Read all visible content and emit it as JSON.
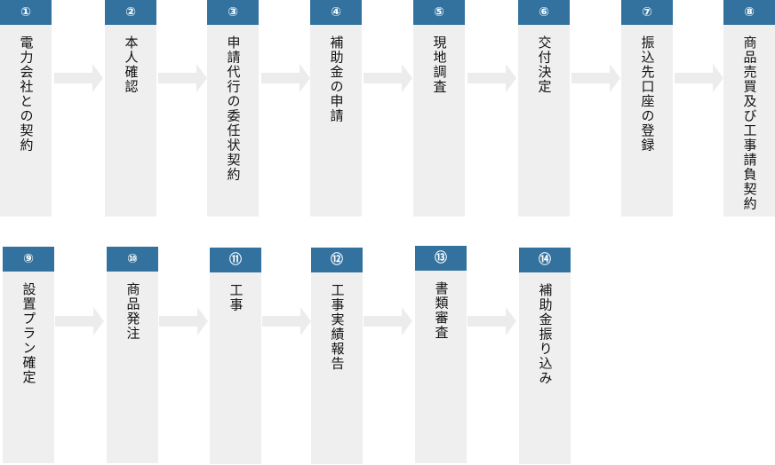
{
  "flow": {
    "title": "",
    "colors": {
      "header": "#33729f",
      "body": "#efefef",
      "arrow": "#ececec",
      "text": "#111111"
    },
    "rows": [
      {
        "steps": [
          {
            "number": "①",
            "label": "電力会社との契約"
          },
          {
            "number": "②",
            "label": "本人確認"
          },
          {
            "number": "③",
            "label": "申請代行の委任状契約"
          },
          {
            "number": "④",
            "label": "補助金の申請"
          },
          {
            "number": "⑤",
            "label": "現地調査"
          },
          {
            "number": "⑥",
            "label": "交付決定"
          },
          {
            "number": "⑦",
            "label": "振込先口座の登録"
          },
          {
            "number": "⑧",
            "label": "商品売買及び工事請負契約"
          }
        ]
      },
      {
        "steps": [
          {
            "number": "⑨",
            "label": "設置プラン確定"
          },
          {
            "number": "⑩",
            "label": "商品発注"
          },
          {
            "number": "⑪",
            "label": "工事"
          },
          {
            "number": "⑫",
            "label": "工事実績報告"
          },
          {
            "number": "⑬",
            "label": "書類審査"
          },
          {
            "number": "⑭",
            "label": "補助金振り込み"
          }
        ]
      }
    ]
  }
}
